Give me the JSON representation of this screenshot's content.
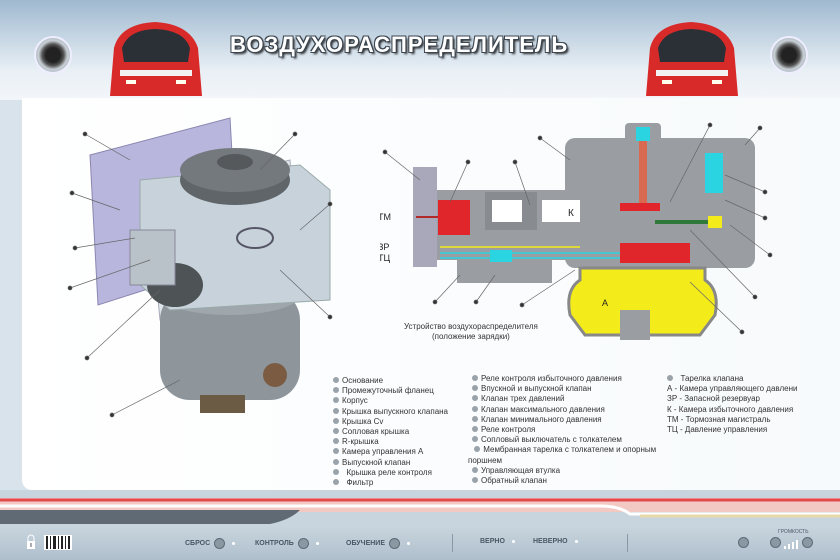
{
  "header": {
    "title": "ВОЗДУХОРАСПРЕДЕЛИТЕЛЬ"
  },
  "diagram": {
    "caption_line1": "Устройство воздухораспределителя",
    "caption_line2": "(положение зарядки)",
    "port_labels": [
      "ТМ",
      "ЗР",
      "ТЦ"
    ],
    "chamber_k": "К",
    "chamber_a": "А"
  },
  "legend": {
    "col1": [
      "Основание",
      "Промежуточный фланец",
      "Корпус",
      "Крышка выпускного клапана",
      "Крышка Cv",
      "Сопловая крышка",
      "R-крышка",
      "Камера управления А",
      "Выпускной клапан",
      "Крышка реле контроля",
      "Фильтр"
    ],
    "col2": [
      "Реле контроля избыточного давления",
      "Впускной и выпускной клапан",
      "Клапан трех давлений",
      "Клапан максимального давления",
      "Клапан минимального давления",
      "Реле контроля",
      "Сопловый выключатель с толкателем",
      "Мембранная тарелка с толкателем и опорным",
      "Управляющая втулка",
      "Обратный клапан"
    ],
    "col2_wrap": "поршнем",
    "col3_bullet": "Тарелка клапана",
    "col3": [
      "А - Камера управляющего давлени",
      "ЗР - Запасной резервуар",
      "К - Камера избыточного давления",
      "ТМ - Тормозная магистраль",
      "ТЦ - Давление управления"
    ]
  },
  "bottombar": {
    "reset": "СБРОС",
    "control": "КОНТРОЛЬ",
    "training": "ОБУЧЕНИЕ",
    "correct": "ВЕРНО",
    "incorrect": "НЕВЕРНО",
    "volume": "ГРОМКОСТЬ"
  },
  "colors": {
    "accent_red": "#e0262b",
    "air_yellow": "#f4ec1a",
    "cyan": "#2ad4e0",
    "body_gray": "#9da5ab"
  }
}
